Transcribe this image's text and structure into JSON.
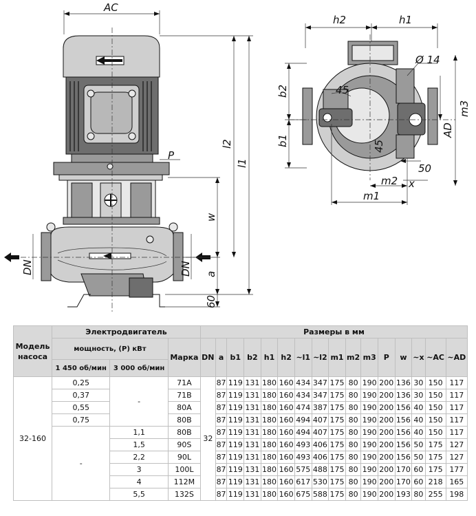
{
  "drawing": {
    "left_view_labels": {
      "ac": "AC",
      "p": "P",
      "l2": "l2",
      "l1": "l1",
      "w": "w",
      "dn_left": "DN",
      "dn_right": "DN",
      "a": "a",
      "h60": "60"
    },
    "right_view_labels": {
      "h2": "h2",
      "h1": "h1",
      "d14": "Ø 14",
      "b2": "b2",
      "b1": "b1",
      "a45_top": "45",
      "a45_side": "45",
      "m3": "m3",
      "ad": "AD",
      "x": "x",
      "d50": "50",
      "m2": "m2",
      "m1": "m1"
    }
  },
  "table": {
    "header": {
      "model": "Модель насоса",
      "motor": "Электродвигатель",
      "dimensions": "Размеры в мм",
      "power": "мощность, (P) кВт",
      "rpm1450": "1 450 об/мин",
      "rpm3000": "3 000 об/мин",
      "brand": "Марка",
      "dn": "DN",
      "cols": [
        "a",
        "b1",
        "b2",
        "h1",
        "h2",
        "~l1",
        "~l2",
        "m1",
        "m2",
        "m3",
        "P",
        "w",
        "~x",
        "~AC",
        "~AD"
      ]
    },
    "model_name": "32-160",
    "dn_value": "32",
    "dash": "-",
    "rows": [
      {
        "p1450": "0,25",
        "p3000": "",
        "brand": "71A",
        "vals": [
          "87",
          "119",
          "131",
          "180",
          "160",
          "434",
          "347",
          "175",
          "80",
          "190",
          "200",
          "136",
          "30",
          "150",
          "117"
        ]
      },
      {
        "p1450": "0,37",
        "p3000": "",
        "brand": "71B",
        "vals": [
          "87",
          "119",
          "131",
          "180",
          "160",
          "434",
          "347",
          "175",
          "80",
          "190",
          "200",
          "136",
          "30",
          "150",
          "117"
        ]
      },
      {
        "p1450": "0,55",
        "p3000": "",
        "brand": "80A",
        "vals": [
          "87",
          "119",
          "131",
          "180",
          "160",
          "474",
          "387",
          "175",
          "80",
          "190",
          "200",
          "156",
          "40",
          "150",
          "117"
        ]
      },
      {
        "p1450": "0,75",
        "p3000": "",
        "brand": "80B",
        "vals": [
          "87",
          "119",
          "131",
          "180",
          "160",
          "494",
          "407",
          "175",
          "80",
          "190",
          "200",
          "156",
          "40",
          "150",
          "117"
        ]
      },
      {
        "p1450": "",
        "p3000": "1,1",
        "brand": "80B",
        "vals": [
          "87",
          "119",
          "131",
          "180",
          "160",
          "494",
          "407",
          "175",
          "80",
          "190",
          "200",
          "156",
          "40",
          "150",
          "117"
        ]
      },
      {
        "p1450": "",
        "p3000": "1,5",
        "brand": "90S",
        "vals": [
          "87",
          "119",
          "131",
          "180",
          "160",
          "493",
          "406",
          "175",
          "80",
          "190",
          "200",
          "156",
          "50",
          "175",
          "127"
        ]
      },
      {
        "p1450": "",
        "p3000": "2,2",
        "brand": "90L",
        "vals": [
          "87",
          "119",
          "131",
          "180",
          "160",
          "493",
          "406",
          "175",
          "80",
          "190",
          "200",
          "156",
          "50",
          "175",
          "127"
        ]
      },
      {
        "p1450": "",
        "p3000": "3",
        "brand": "100L",
        "vals": [
          "87",
          "119",
          "131",
          "180",
          "160",
          "575",
          "488",
          "175",
          "80",
          "190",
          "200",
          "170",
          "60",
          "175",
          "177"
        ]
      },
      {
        "p1450": "",
        "p3000": "4",
        "brand": "112M",
        "vals": [
          "87",
          "119",
          "131",
          "180",
          "160",
          "617",
          "530",
          "175",
          "80",
          "190",
          "200",
          "170",
          "60",
          "218",
          "165"
        ]
      },
      {
        "p1450": "",
        "p3000": "5,5",
        "brand": "132S",
        "vals": [
          "87",
          "119",
          "131",
          "180",
          "160",
          "675",
          "588",
          "175",
          "80",
          "190",
          "200",
          "193",
          "80",
          "255",
          "198"
        ]
      }
    ]
  }
}
